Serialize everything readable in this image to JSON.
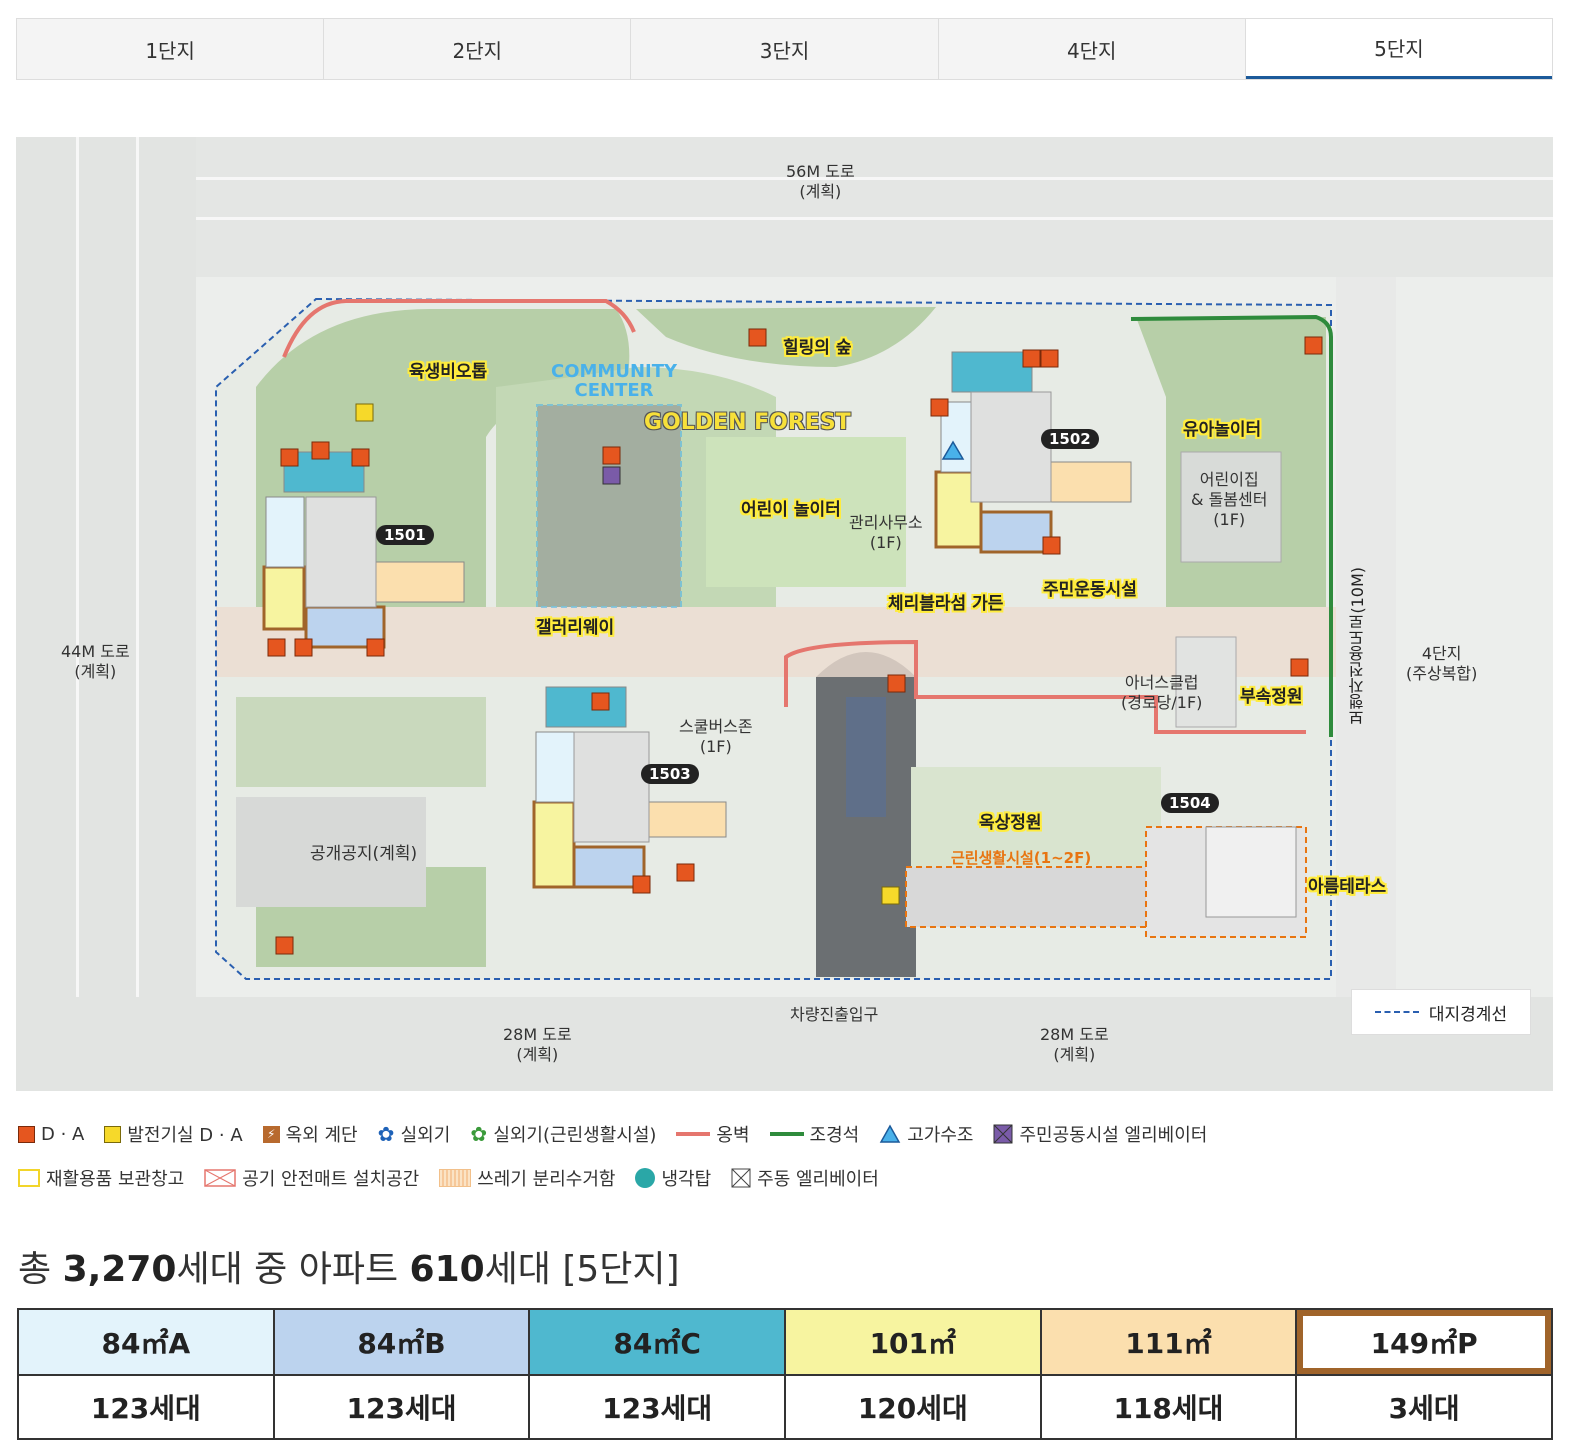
{
  "tabs": [
    {
      "label": "1단지",
      "active": false
    },
    {
      "label": "2단지",
      "active": false
    },
    {
      "label": "3단지",
      "active": false
    },
    {
      "label": "4단지",
      "active": false
    },
    {
      "label": "5단지",
      "active": true
    }
  ],
  "map": {
    "roads": {
      "north": [
        "56M 도로",
        "(계획)"
      ],
      "west": [
        "44M 도로",
        "(계획)"
      ],
      "south_left": [
        "28M 도로",
        "(계획)"
      ],
      "south_right": [
        "28M 도로",
        "(계획)"
      ],
      "east_vertical": "보행자전용도로(10M)",
      "east_block": [
        "4단지",
        "(주상복합)"
      ]
    },
    "vehicle_entrance": "차량진출입구",
    "buildings": [
      "1501",
      "1502",
      "1503",
      "1504"
    ],
    "facilities": {
      "eco_top": "육생비오톱",
      "healing_forest": "힐링의 숲",
      "community_center": [
        "COMMUNITY",
        "CENTER"
      ],
      "golden_forest": "GOLDEN FOREST",
      "kids_playground": "어린이 놀이터",
      "toddler_playground": "유아놀이터",
      "daycare": [
        "어린이집",
        "& 돌봄센터",
        "(1F)"
      ],
      "management_office": [
        "관리사무소",
        "(1F)"
      ],
      "cherry_garden": "체리블라섬 가든",
      "fitness": "주민운동시설",
      "gallery_way": "갤러리웨이",
      "school_bus": [
        "스쿨버스존",
        "(1F)"
      ],
      "seniors_club": [
        "아너스클럽",
        "(경로당/1F)"
      ],
      "annex_garden": "부속정원",
      "open_space": "공개공지(계획)",
      "rooftop_garden": "옥상정원",
      "neighborhood": "근린생활시설(1~2F)",
      "terrace": "아름테라스"
    },
    "boundary_legend": "대지경계선"
  },
  "legend": {
    "row1": [
      {
        "icon": "da-square-orange",
        "label": "D · A"
      },
      {
        "icon": "da-square-yellow",
        "label": "발전기실 D · A"
      },
      {
        "icon": "outdoor-stair",
        "label": "옥외 계단"
      },
      {
        "icon": "outdoor-unit-blue",
        "label": "실외기"
      },
      {
        "icon": "outdoor-unit-green",
        "label": "실외기(근린생활시설)"
      },
      {
        "icon": "retaining-wall-line",
        "label": "옹벽"
      },
      {
        "icon": "landscape-stone-line",
        "label": "조경석"
      },
      {
        "icon": "water-tank-triangle",
        "label": "고가수조"
      },
      {
        "icon": "community-elevator",
        "label": "주민공동시설 엘리베이터"
      }
    ],
    "row2": [
      {
        "icon": "recycle-storage",
        "label": "재활용품 보관창고"
      },
      {
        "icon": "air-mat-space",
        "label": "공기 안전매트 설치공간"
      },
      {
        "icon": "trash-collection",
        "label": "쓰레기 분리수거함"
      },
      {
        "icon": "cooling-tower",
        "label": "냉각탑"
      },
      {
        "icon": "main-elevator",
        "label": "주동 엘리베이터"
      }
    ]
  },
  "summary": {
    "prefix": "총 ",
    "total": "3,270",
    "mid": "세대 중 아파트 ",
    "apt": "610",
    "suffix": "세대 [5단지]"
  },
  "units": [
    {
      "type": "84㎡A",
      "count": "123세대",
      "color": "#e3f3fb"
    },
    {
      "type": "84㎡B",
      "count": "123세대",
      "color": "#bcd3ee"
    },
    {
      "type": "84㎡C",
      "count": "123세대",
      "color": "#4fb8cf"
    },
    {
      "type": "101㎡",
      "count": "120세대",
      "color": "#f7f4a0"
    },
    {
      "type": "111㎡",
      "count": "118세대",
      "color": "#fbdfae"
    },
    {
      "type": "149㎡P",
      "count": "3세대",
      "color": "#ffffff"
    }
  ],
  "colors": {
    "tab_active_underline": "#1c5a9a",
    "da": "#e5561f",
    "retaining_wall": "#e5766e",
    "landscape_stone": "#2e8b3c",
    "boundary": "#2a5fb0",
    "unit_149_border": "#a0642a"
  }
}
